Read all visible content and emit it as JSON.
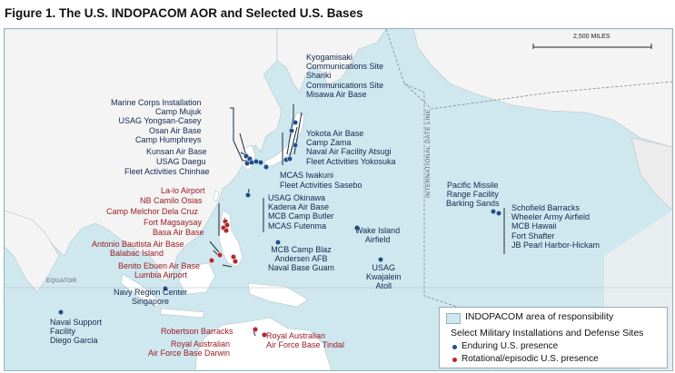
{
  "title": "Figure 1. The U.S. INDOPACOM AOR and Selected U.S. Bases",
  "scale_bar": {
    "label": "2,500 MILES"
  },
  "geo_labels": {
    "equator": "EQUATOR",
    "dateline": "INTERNATIONAL DATE LINE"
  },
  "colors": {
    "aor_fill": "#cfe7ee",
    "land": "#ffffff",
    "outside_land": "#ececec",
    "enduring": "#1f4e8c",
    "rotational": "#b22a2e",
    "leader": "#1c2b3a"
  },
  "legend": {
    "aor": "INDOPACOM area of responsibility",
    "heading": "Select Military Installations and Defense Sites",
    "enduring": "Enduring U.S. presence",
    "rotational": "Rotational/episodic U.S. presence"
  },
  "labels": {
    "korea": [
      "Marine Corps Installation",
      "Camp Mujuk",
      "USAG Yongsan-Casey",
      "Osan Air Base",
      "Camp Humphreys",
      "Kunsan Air Base",
      "USAG Daegu",
      "Fleet Activities Chinhae"
    ],
    "japan_north": [
      "Kyogamisaki",
      "Communications Site",
      "Shariki",
      "Communications Site",
      "Misawa Air Base"
    ],
    "japan_kanto": [
      "Yokota Air Base",
      "Camp Zama",
      "Naval Air Facility Atsugi",
      "Fleet Activities Yokosuka"
    ],
    "iwakuni": "MCAS Iwakuni",
    "sasebo": "Fleet Activities Sasebo",
    "okinawa": [
      "USAG Okinawa",
      "Kadena Air Base",
      "MCB Camp Butler",
      "MCAS Futenma"
    ],
    "guam": [
      "MCB Camp Blaz",
      "Andersen AFB",
      "Naval Base Guam"
    ],
    "wake": [
      "Wake Island",
      "Airfield"
    ],
    "kwajalein": [
      "USAG",
      "Kwajalein",
      "Atoll"
    ],
    "pmrf": [
      "Pacific Missile",
      "Range Facility",
      "Barking Sands"
    ],
    "hawaii": [
      "Schofield Barracks",
      "Wheeler Army Airfield",
      "MCB Hawaii",
      "Fort Shafter",
      "JB Pearl Harbor-Hickam"
    ],
    "philippines": [
      "La-lo Airport",
      "NB Camilo Osias",
      "Camp Melchor Dela Cruz",
      "Fort Magsaysay",
      "Basa Air Base",
      "Antonio Bautista Air Base",
      "Balabac Island",
      "Benito Ebuen Air Base",
      "Lumbia Airport"
    ],
    "singapore": [
      "Navy Region Center",
      "Singapore"
    ],
    "diego_garcia": [
      "Naval Support",
      "Facility",
      "Diego Garcia"
    ],
    "robertson": "Robertson Barracks",
    "darwin": [
      "Royal Australian",
      "Air Force Base Darwin"
    ],
    "tindal": [
      "Royal Australian",
      "Air Force Base Tindal"
    ]
  }
}
